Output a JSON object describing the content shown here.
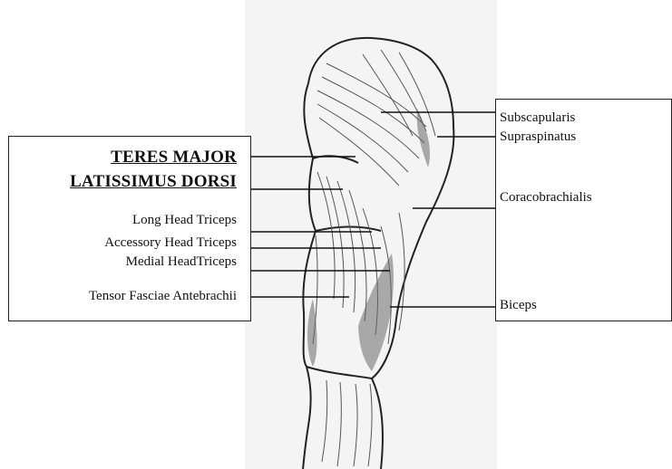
{
  "labels": {
    "teres_major": "TERES MAJOR",
    "latissimus_dorsi": "LATISSIMUS DORSI",
    "long_head_triceps": "Long Head Triceps",
    "accessory_head_triceps": "Accessory Head Triceps",
    "medial_head_triceps": "Medial HeadTriceps",
    "tensor_fasciae": "Tensor Fasciae Antebrachii",
    "subscapularis": "Subscapularis",
    "supraspinatus": "Supraspinatus",
    "coracobrachialis": "Coracobrachialis",
    "biceps": "Biceps"
  },
  "colors": {
    "ink": "#111111",
    "shade": "#8a8a8a",
    "background": "#ffffff"
  }
}
